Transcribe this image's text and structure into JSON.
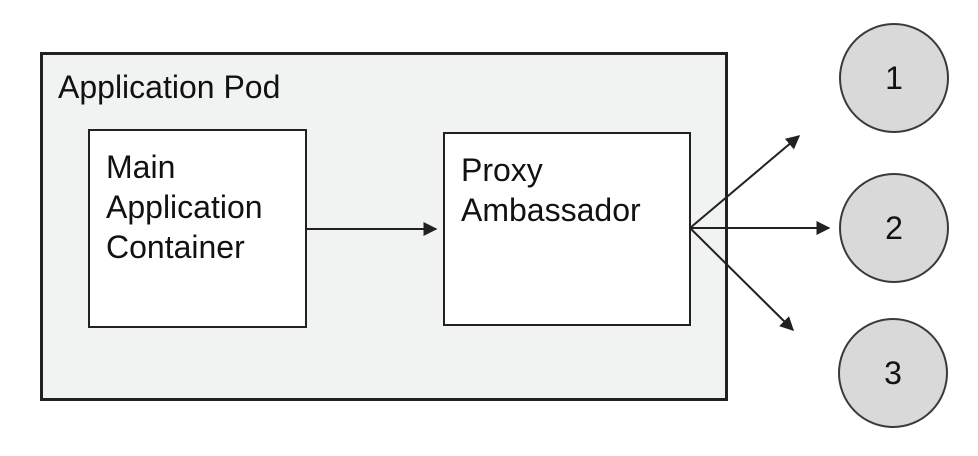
{
  "diagram": {
    "pod": {
      "label": "Application Pod"
    },
    "nodes": [
      {
        "id": "main-application-container",
        "label": "Main Application Container"
      },
      {
        "id": "proxy-ambassador",
        "label": "Proxy Ambassador"
      }
    ],
    "endpoints": [
      {
        "id": "endpoint-1",
        "label": "1"
      },
      {
        "id": "endpoint-2",
        "label": "2"
      },
      {
        "id": "endpoint-3",
        "label": "3"
      }
    ],
    "connections": [
      {
        "from": "main-application-container",
        "to": "proxy-ambassador",
        "arrow": "true"
      },
      {
        "from": "proxy-ambassador",
        "to": "endpoint-1",
        "arrow": "true"
      },
      {
        "from": "proxy-ambassador",
        "to": "endpoint-2",
        "arrow": "true"
      },
      {
        "from": "proxy-ambassador",
        "to": "endpoint-3",
        "arrow": "true"
      }
    ],
    "colors": {
      "pod_fill": "#f1f2f2",
      "node_fill": "#ffffff",
      "endpoint_fill": "#d9d9d9",
      "circle_border": "#3a3a3a",
      "line": "#212121",
      "text": "#111111"
    }
  }
}
